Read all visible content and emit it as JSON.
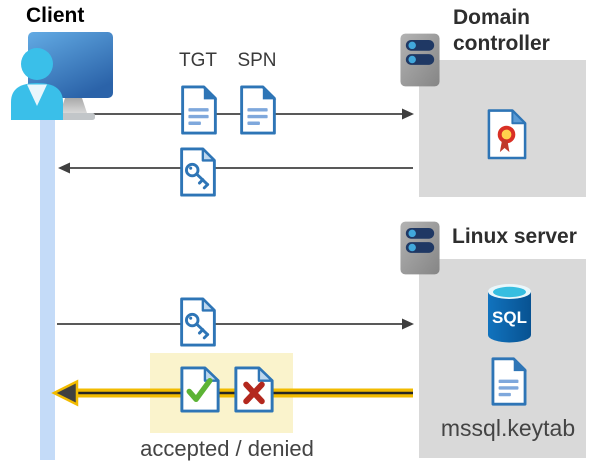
{
  "client": {
    "label": "Client"
  },
  "labels": {
    "tgt": "TGT",
    "spn": "SPN"
  },
  "domain_controller": {
    "title": "Domain controller"
  },
  "linux_server": {
    "title": "Linux server",
    "sql_label": "SQL",
    "keytab_label": "mssql.keytab"
  },
  "result": {
    "label": "accepted / denied"
  },
  "icons": {
    "client": "client-workstation-with-user",
    "server": "server-icon",
    "tgt_doc": "ticket-document-icon",
    "spn_doc": "ticket-document-icon",
    "key_doc": "key-ticket-document-icon",
    "certificate_doc": "certificate-document-icon",
    "sql": "sql-database-icon",
    "keytab_doc": "keytab-file-icon",
    "accepted_doc": "accepted-check-document-icon",
    "denied_doc": "denied-cross-document-icon"
  },
  "colors": {
    "doc_blue": "#2E75B6",
    "doc_line_blue": "#7FA8DC",
    "fold_light_blue": "#BDD7EE",
    "box_gray": "#D9D9D9",
    "highlight_yellow_bg": "#FAF3CC",
    "arrow_yellow": "#F2BB00",
    "arrow_gray": "#595959",
    "arrowhead_dark": "#3F3F3F",
    "lifeline_blue": "#C4DBF8",
    "check_green": "#5CB335",
    "cross_red": "#B3281E",
    "sql_body_blue": "#0A63A9",
    "sql_top_cyan": "#37BEE0",
    "person_cyan": "#3ABFE9",
    "monitor_blue_top": "#63ABE4",
    "monitor_blue_bottom": "#2B63A9",
    "server_pill_navy": "#1F3864",
    "server_dot_blue": "#41A8DC",
    "seal_yellow": "#FFD34D",
    "seal_red": "#D93025"
  }
}
